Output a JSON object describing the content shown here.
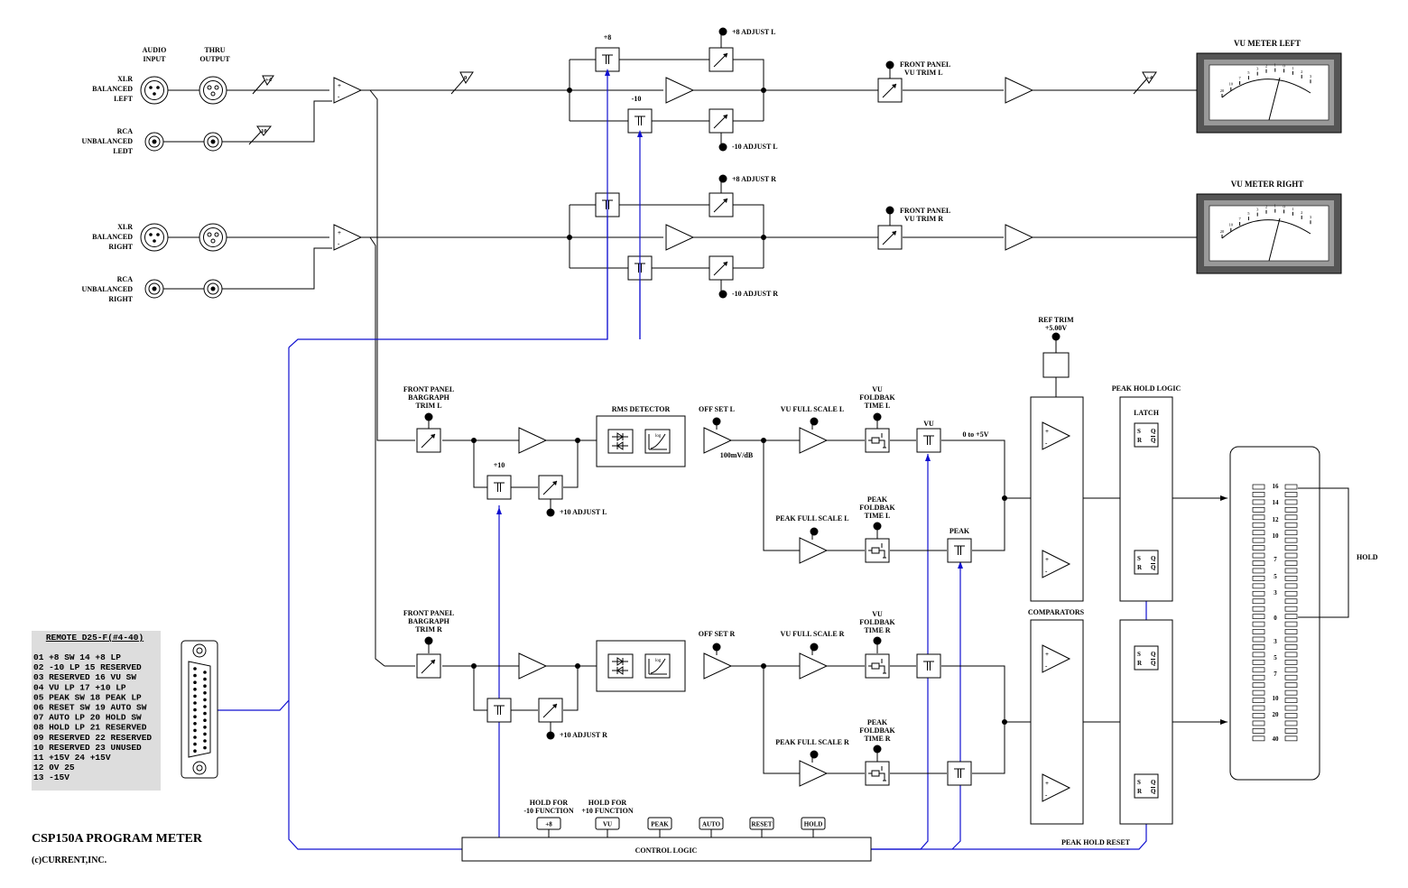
{
  "title": "CSP150A PROGRAM METER",
  "copyright": "(c)CURRENT,INC.",
  "inputs": {
    "audio_input": [
      "AUDIO",
      "INPUT"
    ],
    "thru_output": [
      "THRU",
      "OUTPUT"
    ],
    "xlr_left": [
      "XLR",
      "BALANCED",
      "LEFT"
    ],
    "rca_left": [
      "RCA",
      "UNBALANCED",
      "LEDT"
    ],
    "xlr_right": [
      "XLR",
      "BALANCED",
      "RIGHT"
    ],
    "rca_right": [
      "RCA",
      "UNBALANCED",
      "RIGHT"
    ],
    "pad_plus4_top": "+4",
    "pad_minus10_top": "-10",
    "pad_zero": "0",
    "pad_plus4_right": "+4"
  },
  "switches": {
    "plus8": "+8",
    "minus10": "-10",
    "plus10": "+10",
    "vu": "VU",
    "peak": "PEAK"
  },
  "adjust": {
    "plus8_l": "+8 ADJUST L",
    "minus10_l": "-10 ADJUST L",
    "plus8_r": "+8 ADJUST R",
    "minus10_r": "-10 ADJUST R",
    "plus10_l": "+10 ADJUST L",
    "plus10_r": "+10 ADJUST R"
  },
  "vu_trim_l": [
    "FRONT PANEL",
    "VU TRIM L"
  ],
  "vu_trim_r": [
    "FRONT PANEL",
    "VU TRIM R"
  ],
  "meters": {
    "left": "VU METER LEFT",
    "right": "VU METER RIGHT"
  },
  "bargraph_trim_l": [
    "FRONT PANEL",
    "BARGRAPH",
    "TRIM L"
  ],
  "bargraph_trim_r": [
    "FRONT PANEL",
    "BARGRAPH",
    "TRIM R"
  ],
  "rms_detector": "RMS DETECTOR",
  "log_label": "log",
  "offset_l": "OFF SET L",
  "offset_r": "OFF SET R",
  "mv_db": "100mV/dB",
  "vu_full_l": "VU FULL SCALE L",
  "vu_full_r": "VU FULL SCALE R",
  "peak_full_l": "PEAK FULL SCALE L",
  "peak_full_r": "PEAK FULL SCALE R",
  "vu_foldbak_l": [
    "VU",
    "FOLDBAK",
    "TIME L"
  ],
  "vu_foldbak_r": [
    "VU",
    "FOLDBAK",
    "TIME R"
  ],
  "peak_foldbak_l": [
    "PEAK",
    "FOLDBAK",
    "TIME L"
  ],
  "peak_foldbak_r": [
    "PEAK",
    "FOLDBAK",
    "TIME R"
  ],
  "range": "0 to +5V",
  "ref_trim": [
    "REF TRIM",
    "+5.00V"
  ],
  "comparators": "COMPARATORS",
  "peak_hold_logic": "PEAK HOLD LOGIC",
  "latch": "LATCH",
  "peak_hold_reset": "PEAK HOLD RESET",
  "hold": "HOLD",
  "bar_scale_top": [
    "16",
    "14",
    "12",
    "10",
    "7",
    "5",
    "3",
    "0"
  ],
  "bar_scale_bottom": [
    "3",
    "5",
    "7",
    "10",
    "20",
    "40"
  ],
  "control_logic": "CONTROL LOGIC",
  "hold_minus10": [
    "HOLD FOR",
    "-10 FUNCTION"
  ],
  "hold_plus10": [
    "HOLD FOR",
    "+10 FUNCTION"
  ],
  "buttons": [
    "+8",
    "VU",
    "PEAK",
    "AUTO",
    "RESET",
    "HOLD"
  ],
  "remote_title": "REMOTE D25-F(#4-40)",
  "remote_rows": [
    "01 +8 SW      14 +8 LP",
    "02 -10 LP     15 RESERVED",
    "03 RESERVED 16 VU SW",
    "04 VU LP      17 +10 LP",
    "05 PEAK SW    18 PEAK LP",
    "06 RESET SW 19 AUTO SW",
    "07 AUTO LP    20 HOLD SW",
    "08 HOLD LP    21 RESERVED",
    "09 RESERVED 22 RESERVED",
    "10 RESERVED 23 UNUSED",
    "11 +15V       24 +15V",
    "12 0V         25",
    "13 -15V"
  ],
  "vu_scale": [
    "20",
    "10",
    "7",
    "5",
    "3",
    "2",
    "1",
    "0",
    "1",
    "2",
    "3"
  ]
}
